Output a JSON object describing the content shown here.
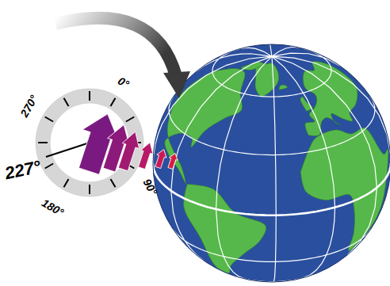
{
  "diagram": {
    "labels": [
      "0°",
      "270°",
      "227°",
      "90°",
      "180°"
    ]
  }
}
